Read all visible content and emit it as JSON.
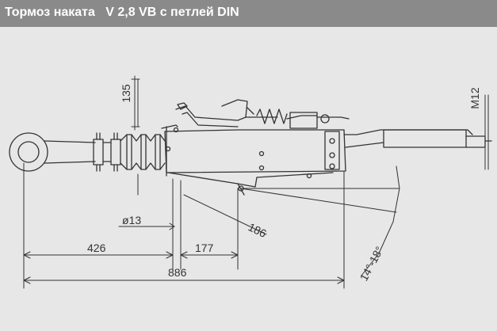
{
  "header": {
    "title": "Тормоз наката   V 2,8 VB с петлей DIN",
    "background": "#8a8a8a",
    "text_color": "#ffffff"
  },
  "drawing": {
    "background": "#e7e7e7",
    "line_color": "#333333",
    "dimensions": {
      "height_135": "135",
      "thread_m12": "M12",
      "hole_d13": "ø13",
      "length_186": "186",
      "length_426": "426",
      "length_177": "177",
      "length_886": "886",
      "angle_14_18": "14°-18°"
    }
  }
}
